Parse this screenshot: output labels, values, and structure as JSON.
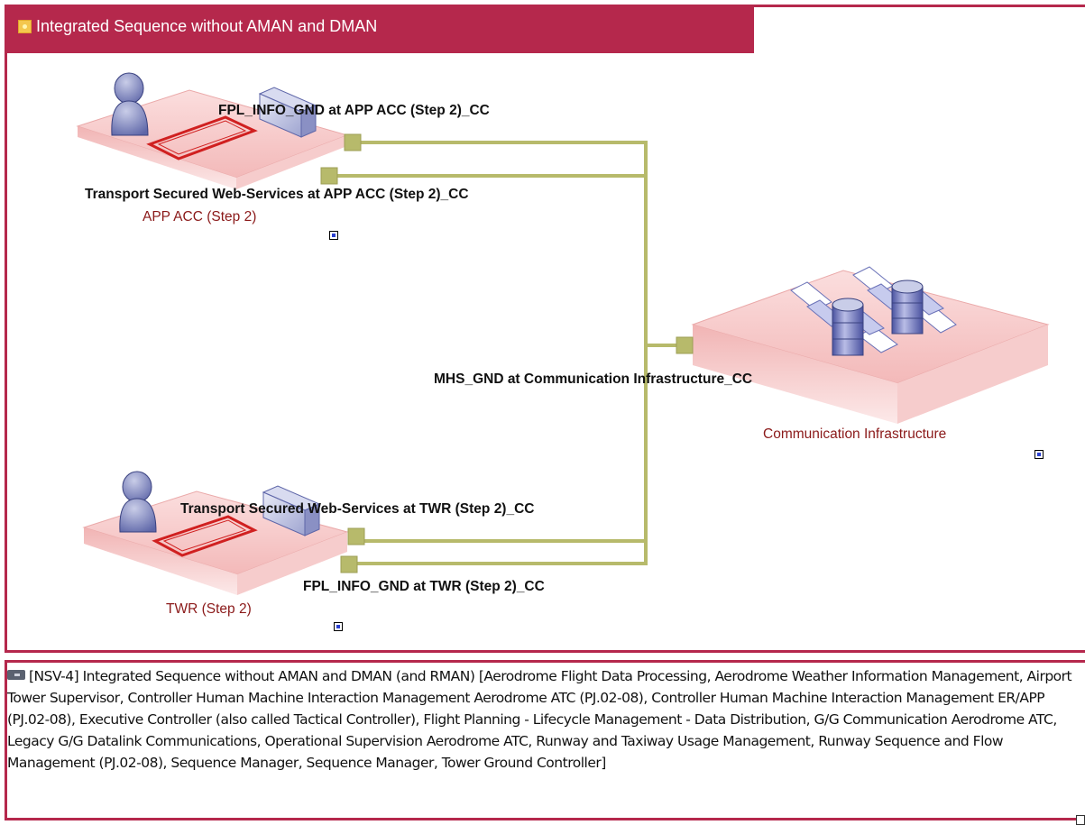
{
  "diagram": {
    "title": "Integrated Sequence without AMAN and DMAN",
    "colors": {
      "frame": "#b5284c",
      "platform_top": "#f6c9c9",
      "connector": "#b7ba6b",
      "node_label": "#8b1a1a"
    },
    "nodes": [
      {
        "id": "app-acc",
        "name": "APP ACC (Step 2)"
      },
      {
        "id": "comm-infra",
        "name": "Communication Infrastructure"
      },
      {
        "id": "twr",
        "name": "TWR (Step 2)"
      }
    ],
    "ports": [
      {
        "label": "FPL_INFO_GND at APP ACC (Step 2)_CC"
      },
      {
        "label": "Transport Secured Web-Services at APP ACC (Step 2)_CC"
      },
      {
        "label": "MHS_GND at Communication Infrastructure_CC"
      },
      {
        "label": "Transport Secured Web-Services at TWR (Step 2)_CC"
      },
      {
        "label": "FPL_INFO_GND at TWR (Step 2)_CC"
      }
    ]
  },
  "notes": {
    "icon": "note-icon",
    "text": "[NSV-4] Integrated Sequence without AMAN and DMAN (and RMAN)  [Aerodrome Flight Data Processing, Aerodrome Weather Information Management, Airport Tower Supervisor, Controller Human Machine Interaction Management Aerodrome ATC (PJ.02-08), Controller Human Machine Interaction Management ER/APP (PJ.02-08), Executive Controller (also called Tactical Controller), Flight Planning - Lifecycle Management - Data Distribution, G/G Communication Aerodrome ATC, Legacy G/G Datalink Communications, Operational Supervision Aerodrome ATC, Runway and Taxiway Usage Management, Runway Sequence and Flow Management  (PJ.02-08), Sequence Manager, Sequence Manager, Tower Ground Controller]"
  }
}
